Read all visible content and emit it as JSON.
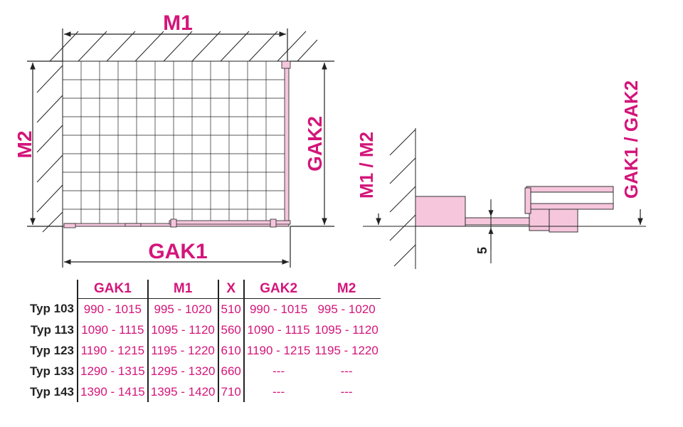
{
  "main_drawing": {
    "top_dimension": "M1",
    "left_dimension": "M2",
    "right_dimension": "GAK2",
    "bottom_dimension": "GAK1"
  },
  "detail_drawing": {
    "left_dimension": "M1 / M2",
    "right_dimension": "GAK1 / GAK2",
    "gap_dimension": "5"
  },
  "table": {
    "headers": [
      "",
      "GAK1",
      "M1",
      "X",
      "GAK2",
      "M2"
    ],
    "rows": [
      [
        "Typ 103",
        "990 - 1015",
        "995 - 1020",
        "510",
        "990 - 1015",
        "995 - 1020"
      ],
      [
        "Typ 113",
        "1090 - 1115",
        "1095 - 1120",
        "560",
        "1090 - 1115",
        "1095 - 1120"
      ],
      [
        "Typ 123",
        "1190 - 1215",
        "1195 - 1220",
        "610",
        "1190 - 1215",
        "1195 - 1220"
      ],
      [
        "Typ 133",
        "1290 - 1315",
        "1295 - 1320",
        "660",
        "---",
        "---"
      ],
      [
        "Typ 143",
        "1390 - 1415",
        "1395 - 1420",
        "710",
        "---",
        "---"
      ]
    ]
  },
  "colors": {
    "accent": "#d4157a",
    "line": "#222222",
    "fill": "#f5c6dc"
  }
}
